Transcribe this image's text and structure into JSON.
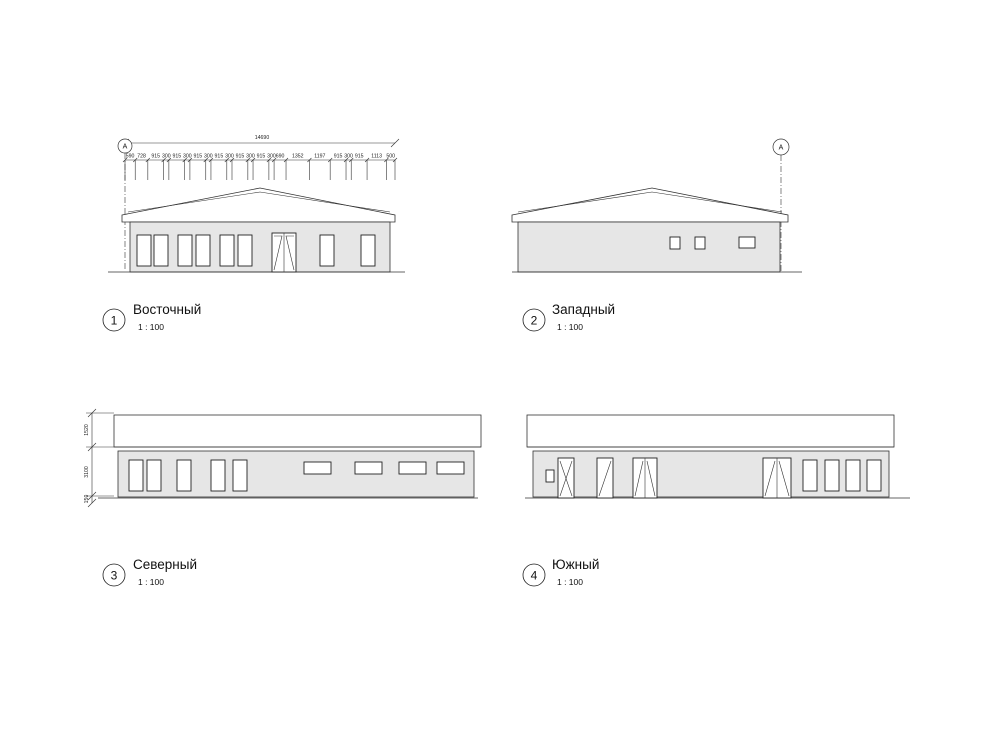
{
  "views": [
    {
      "id": "east",
      "number": "1",
      "title": "Восточный",
      "scale": "1 : 100"
    },
    {
      "id": "west",
      "number": "2",
      "title": "Западный",
      "scale": "1 : 100"
    },
    {
      "id": "north",
      "number": "3",
      "title": "Северный",
      "scale": "1 : 100"
    },
    {
      "id": "south",
      "number": "4",
      "title": "Южный",
      "scale": "1 : 100"
    }
  ],
  "east": {
    "grid_bubble": "A",
    "overall_dimension": "14690",
    "segment_dimensions": [
      "590",
      "728",
      "915",
      "300",
      "915",
      "300",
      "915",
      "300",
      "915",
      "300",
      "915",
      "300",
      "915",
      "300",
      "690",
      "1352",
      "1197",
      "915",
      "300",
      "915",
      "1113",
      "500"
    ]
  },
  "west": {
    "grid_bubble": "A"
  },
  "north": {
    "height_dimensions": [
      "1520",
      "3100",
      "150"
    ]
  }
}
